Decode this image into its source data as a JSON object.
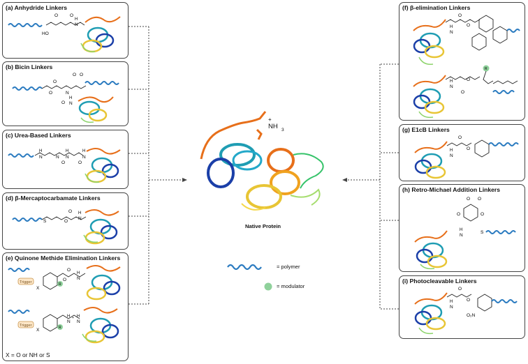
{
  "panels_left": [
    {
      "title": "(a) Anhydride Linkers",
      "atoms": [
        "HO",
        "O",
        "O",
        "H",
        "N"
      ]
    },
    {
      "title": "(b) Bicin Linkers",
      "atoms": [
        "O",
        "O",
        "N",
        "O",
        "O",
        "O",
        "H",
        "N"
      ]
    },
    {
      "title": "(c) Urea-Based Linkers",
      "atoms": [
        "N",
        "H",
        "N",
        "O",
        "H",
        "N",
        "O",
        "H",
        "N"
      ]
    },
    {
      "title": "(d) β-Mercaptocarbamate Linkers",
      "atoms": [
        "S",
        "O",
        "O",
        "H",
        "N"
      ]
    },
    {
      "title": "(e) Quinone Methide Elimination Linkers",
      "atoms": [
        "Trigger",
        "X",
        "R",
        "O",
        "O",
        "H",
        "N",
        "Trigger",
        "X",
        "R",
        "H",
        "N",
        "+",
        "H",
        "N"
      ]
    }
  ],
  "panels_right": [
    {
      "title": "(f) β-elimination Linkers",
      "atoms": [
        "O",
        "O",
        "H",
        "N",
        "R",
        "O",
        "H",
        "N",
        "O"
      ]
    },
    {
      "title": "(g) E1cB Linkers",
      "atoms": [
        "O",
        "O",
        "H",
        "N"
      ]
    },
    {
      "title": "(h) Retro-Michael Addition Linkers",
      "atoms": [
        "O",
        "O",
        "O",
        "O",
        "H",
        "N",
        "S"
      ]
    },
    {
      "title": "(i) Photocleavable Linkers",
      "atoms": [
        "O",
        "O",
        "H",
        "N",
        "O₂N"
      ]
    }
  ],
  "center": {
    "label": "Native Protein",
    "amine": "NH",
    "amine_sub": "3",
    "amine_charge": "+"
  },
  "legend": {
    "polymer_label": "= polymer",
    "modulator_label": "= modulator"
  },
  "footnote": "X = O or NH or S",
  "colors": {
    "polymer": "#2b7bc0",
    "modulator": "#8fd19b",
    "trigger_fill": "#fde7c8",
    "trigger_stroke": "#c9964f"
  }
}
